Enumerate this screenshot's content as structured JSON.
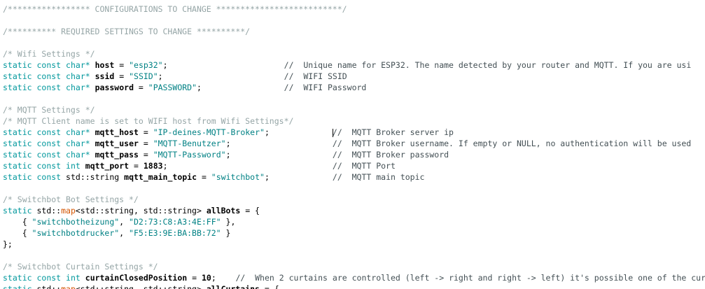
{
  "palette": {
    "background": "#ffffff",
    "keyword": "#00979C",
    "builtin": "#D35400",
    "string": "#008184",
    "comment_block": "#95A5A6",
    "comment_line": "#434F54",
    "plain": "#000000",
    "caret": "#000000"
  },
  "code": {
    "lines": [
      [
        {
          "c": "cb",
          "t": "/***************** CONFIGURATIONS TO CHANGE **************************/"
        }
      ],
      [],
      [
        {
          "c": "cb",
          "t": "/********** REQUIRED SETTINGS TO CHANGE **********/"
        }
      ],
      [],
      [
        {
          "c": "cb",
          "t": "/* Wifi Settings */"
        }
      ],
      [
        {
          "c": "k",
          "t": "static"
        },
        {
          "c": "p",
          "t": " "
        },
        {
          "c": "k",
          "t": "const"
        },
        {
          "c": "p",
          "t": " "
        },
        {
          "c": "k",
          "t": "char*"
        },
        {
          "c": "p",
          "t": " "
        },
        {
          "c": "i",
          "t": "host"
        },
        {
          "c": "p",
          "t": " = "
        },
        {
          "c": "s",
          "t": "\"esp32\""
        },
        {
          "c": "p",
          "t": ";                        "
        },
        {
          "c": "cl",
          "t": "//  Unique name for ESP32. The name detected by your router and MQTT. If you are usi"
        }
      ],
      [
        {
          "c": "k",
          "t": "static"
        },
        {
          "c": "p",
          "t": " "
        },
        {
          "c": "k",
          "t": "const"
        },
        {
          "c": "p",
          "t": " "
        },
        {
          "c": "k",
          "t": "char*"
        },
        {
          "c": "p",
          "t": " "
        },
        {
          "c": "i",
          "t": "ssid"
        },
        {
          "c": "p",
          "t": " = "
        },
        {
          "c": "s",
          "t": "\"SSID\""
        },
        {
          "c": "p",
          "t": ";                         "
        },
        {
          "c": "cl",
          "t": "//  WIFI SSID"
        }
      ],
      [
        {
          "c": "k",
          "t": "static"
        },
        {
          "c": "p",
          "t": " "
        },
        {
          "c": "k",
          "t": "const"
        },
        {
          "c": "p",
          "t": " "
        },
        {
          "c": "k",
          "t": "char*"
        },
        {
          "c": "p",
          "t": " "
        },
        {
          "c": "i",
          "t": "password"
        },
        {
          "c": "p",
          "t": " = "
        },
        {
          "c": "s",
          "t": "\"PASSWORD\""
        },
        {
          "c": "p",
          "t": ";                 "
        },
        {
          "c": "cl",
          "t": "//  WIFI Password"
        }
      ],
      [],
      [
        {
          "c": "cb",
          "t": "/* MQTT Settings */"
        }
      ],
      [
        {
          "c": "cb",
          "t": "/* MQTT Client name is set to WIFI host from Wifi Settings*/"
        }
      ],
      [
        {
          "c": "k",
          "t": "static"
        },
        {
          "c": "p",
          "t": " "
        },
        {
          "c": "k",
          "t": "const"
        },
        {
          "c": "p",
          "t": " "
        },
        {
          "c": "k",
          "t": "char*"
        },
        {
          "c": "p",
          "t": " "
        },
        {
          "c": "i",
          "t": "mqtt_host"
        },
        {
          "c": "p",
          "t": " = "
        },
        {
          "c": "s",
          "t": "\"IP-deines-MQTT-Broker\""
        },
        {
          "c": "p",
          "t": ";             "
        },
        {
          "c": "caret"
        },
        {
          "c": "cl",
          "t": "//  MQTT Broker server ip"
        }
      ],
      [
        {
          "c": "k",
          "t": "static"
        },
        {
          "c": "p",
          "t": " "
        },
        {
          "c": "k",
          "t": "const"
        },
        {
          "c": "p",
          "t": " "
        },
        {
          "c": "k",
          "t": "char*"
        },
        {
          "c": "p",
          "t": " "
        },
        {
          "c": "i",
          "t": "mqtt_user"
        },
        {
          "c": "p",
          "t": " = "
        },
        {
          "c": "s",
          "t": "\"MQTT-Benutzer\""
        },
        {
          "c": "p",
          "t": ";                     "
        },
        {
          "c": "cl",
          "t": "//  MQTT Broker username. If empty or NULL, no authentication will be used"
        }
      ],
      [
        {
          "c": "k",
          "t": "static"
        },
        {
          "c": "p",
          "t": " "
        },
        {
          "c": "k",
          "t": "const"
        },
        {
          "c": "p",
          "t": " "
        },
        {
          "c": "k",
          "t": "char*"
        },
        {
          "c": "p",
          "t": " "
        },
        {
          "c": "i",
          "t": "mqtt_pass"
        },
        {
          "c": "p",
          "t": " = "
        },
        {
          "c": "s",
          "t": "\"MQTT-Password\""
        },
        {
          "c": "p",
          "t": ";                     "
        },
        {
          "c": "cl",
          "t": "//  MQTT Broker password"
        }
      ],
      [
        {
          "c": "k",
          "t": "static"
        },
        {
          "c": "p",
          "t": " "
        },
        {
          "c": "k",
          "t": "const"
        },
        {
          "c": "p",
          "t": " "
        },
        {
          "c": "k",
          "t": "int"
        },
        {
          "c": "p",
          "t": " "
        },
        {
          "c": "i",
          "t": "mqtt_port"
        },
        {
          "c": "p",
          "t": " = "
        },
        {
          "c": "n",
          "t": "1883"
        },
        {
          "c": "p",
          "t": ";                                  "
        },
        {
          "c": "cl",
          "t": "//  MQTT Port"
        }
      ],
      [
        {
          "c": "k",
          "t": "static"
        },
        {
          "c": "p",
          "t": " "
        },
        {
          "c": "k",
          "t": "const"
        },
        {
          "c": "p",
          "t": " "
        },
        {
          "c": "p",
          "t": "std::string"
        },
        {
          "c": "p",
          "t": " "
        },
        {
          "c": "i",
          "t": "mqtt_main_topic"
        },
        {
          "c": "p",
          "t": " = "
        },
        {
          "c": "s",
          "t": "\"switchbot\""
        },
        {
          "c": "p",
          "t": ";             "
        },
        {
          "c": "cl",
          "t": "//  MQTT main topic"
        }
      ],
      [],
      [
        {
          "c": "cb",
          "t": "/* Switchbot Bot Settings */"
        }
      ],
      [
        {
          "c": "k",
          "t": "static"
        },
        {
          "c": "p",
          "t": " std::"
        },
        {
          "c": "b",
          "t": "map"
        },
        {
          "c": "p",
          "t": "<std::string, std::string> "
        },
        {
          "c": "i",
          "t": "allBots"
        },
        {
          "c": "p",
          "t": " = {"
        }
      ],
      [
        {
          "c": "p",
          "t": "    { "
        },
        {
          "c": "s",
          "t": "\"switchbotheizung\""
        },
        {
          "c": "p",
          "t": ", "
        },
        {
          "c": "s",
          "t": "\"D2:73:C8:A3:4E:FF\""
        },
        {
          "c": "p",
          "t": " },"
        }
      ],
      [
        {
          "c": "p",
          "t": "    { "
        },
        {
          "c": "s",
          "t": "\"switchbotdrucker\""
        },
        {
          "c": "p",
          "t": ", "
        },
        {
          "c": "s",
          "t": "\"F5:E3:9E:BA:BB:72\""
        },
        {
          "c": "p",
          "t": " }"
        }
      ],
      [
        {
          "c": "p",
          "t": "};"
        }
      ],
      [],
      [
        {
          "c": "cb",
          "t": "/* Switchbot Curtain Settings */"
        }
      ],
      [
        {
          "c": "k",
          "t": "static"
        },
        {
          "c": "p",
          "t": " "
        },
        {
          "c": "k",
          "t": "const"
        },
        {
          "c": "p",
          "t": " "
        },
        {
          "c": "k",
          "t": "int"
        },
        {
          "c": "p",
          "t": " "
        },
        {
          "c": "i",
          "t": "curtainClosedPosition"
        },
        {
          "c": "p",
          "t": " = "
        },
        {
          "c": "n",
          "t": "10"
        },
        {
          "c": "p",
          "t": ";    "
        },
        {
          "c": "cl",
          "t": "//  When 2 curtains are controlled (left -> right and right -> left) it's possible one of the cur"
        }
      ],
      [
        {
          "c": "k",
          "t": "static"
        },
        {
          "c": "p",
          "t": " std::"
        },
        {
          "c": "b",
          "t": "map"
        },
        {
          "c": "p",
          "t": "<std::string, std::string> "
        },
        {
          "c": "i",
          "t": "allCurtains"
        },
        {
          "c": "p",
          "t": " = {"
        }
      ]
    ]
  }
}
